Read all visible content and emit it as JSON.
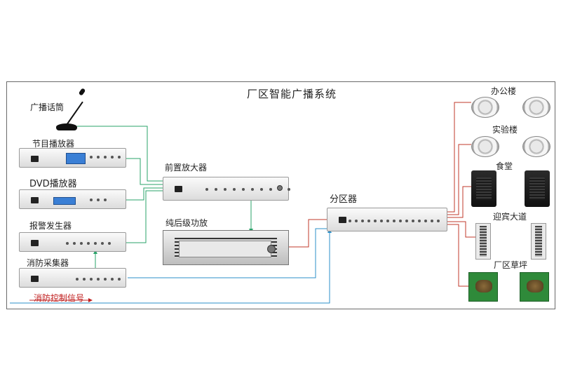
{
  "title": "厂区智能广播系统",
  "labels": {
    "mic": "广播话筒",
    "program_player": "节目播放器",
    "dvd_player": "DVD播放器",
    "alarm_generator": "报警发生器",
    "fire_collector": "消防采集器",
    "fire_signal": "消防控制信号",
    "preamp": "前置放大器",
    "power_amp": "纯后级功放",
    "zone": "分区器",
    "office": "办公楼",
    "lab": "实验楼",
    "canteen": "食堂",
    "road": "迎宾大道",
    "lawn": "厂区草坪"
  },
  "colors": {
    "audio_line": "#2aa36a",
    "speaker_line": "#c0392b",
    "control_line": "#2b8fc9",
    "fire_signal_line": "#c02020"
  }
}
